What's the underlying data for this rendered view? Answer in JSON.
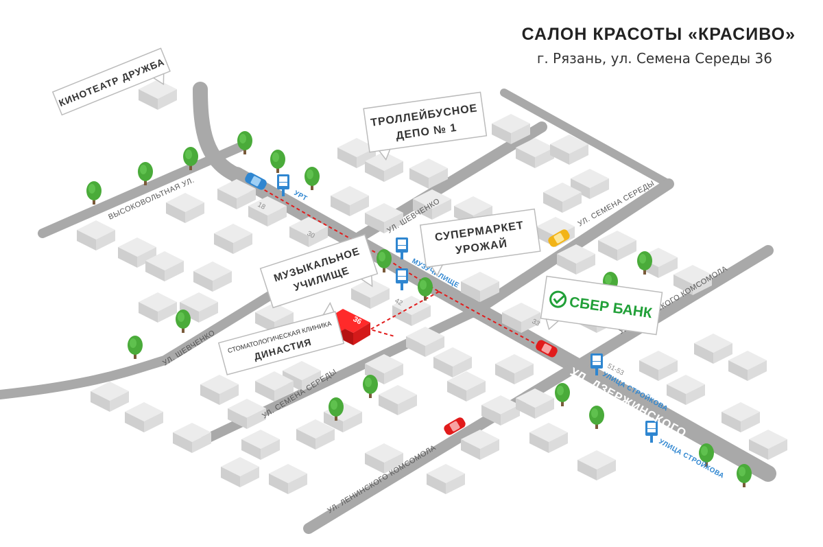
{
  "header": {
    "title": "САЛОН КРАСОТЫ «КРАСИВО»",
    "address": "г. Рязань, ул. Семена Середы 36"
  },
  "colors": {
    "road": "#a9a9a9",
    "building_top": "#e8e8e8",
    "target_building": "#e11b1b",
    "route": "#e11b1b",
    "bus_stop": "#2f86d0",
    "sber_green": "#21a038",
    "tree": "#4aab3a"
  },
  "landmarks": {
    "cinema": "КИНОТЕАТР ДРУЖБА",
    "depot_line1": "ТРОЛЛЕЙБУСНОЕ",
    "depot_line2": "ДЕПО № 1",
    "supermarket_line1": "СУПЕРМАРКЕТ",
    "supermarket_line2": "УРОЖАЙ",
    "music_line1": "МУЗЫКАЛЬНОЕ",
    "music_line2": "УЧИЛИЩЕ",
    "clinic_line1": "СТОМАТОЛОГИЧЕСКАЯ КЛИНИКА",
    "clinic_line2": "ДИНАСТИЯ",
    "bank": "СБЕР БАНК"
  },
  "streets": {
    "vysokovoltnaya": "ВЫСОКОВОЛЬТНАЯ УЛ.",
    "shevchenko_1": "УЛ. ШЕВЧЕНКО",
    "shevchenko_2": "УЛ. ШЕВЧЕНКО",
    "semena_seredy_1": "УЛ. СЕМЕНА СЕРЕДЫ",
    "semena_seredy_2": "УЛ. СЕМЕНА СЕРЕДЫ",
    "leninskogo_1": "УЛ. ЛЕНИНСКОГО КОМСОМОЛА",
    "leninskogo_2": "УЛ. ЛЕНИНСКОГО КОМСОМОЛА",
    "dzerzhinskogo": "УЛ. ДЗЕРЖИНСКОГО"
  },
  "bus_stops": {
    "urt": "УРТ",
    "muzuchilische": "МУЗУЧИЛИЩЕ",
    "stroykova_1": "УЛИЦА СТРОЙКОВА",
    "stroykova_2": "УЛИЦА СТРОЙКОВА"
  },
  "building_numbers": {
    "b18": "18",
    "b30": "30",
    "b42": "42",
    "b33": "33",
    "b36": "36",
    "b51_53": "51-53"
  }
}
